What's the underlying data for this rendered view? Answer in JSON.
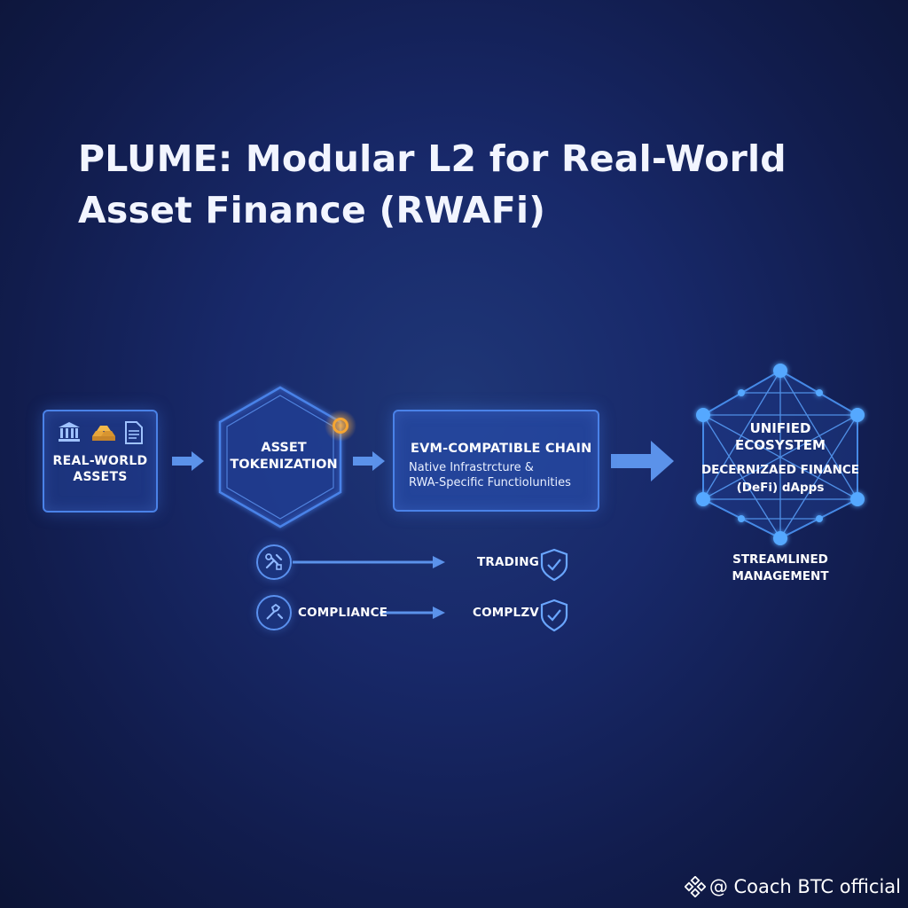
{
  "title": {
    "line1": "PLUME: Modular L2 for Real-World",
    "line2": "Asset Finance (RWAFi)"
  },
  "nodes": {
    "rwa": {
      "line1": "REAL-WORLD",
      "line2": "ASSETS",
      "icons": [
        "bank-icon",
        "gold-bars-icon",
        "document-icon"
      ]
    },
    "tokenization": {
      "line1": "ASSET",
      "line2": "TOKENIZATION"
    },
    "evm": {
      "title": "EVM-COMPATIBLE CHAIN",
      "line1": "Native Infrastrcture &",
      "line2": "RWA-Specific Functiolunities"
    },
    "ecosystem": {
      "line1": "UNIFIED",
      "line2": "ECOSYSTEM",
      "line3": "DECERNIZAED FINANCE",
      "line4": "(DeFi) dApps"
    },
    "management": {
      "line1": "STREAMLINED",
      "line2": "MANAGEMENT"
    }
  },
  "flows": {
    "trading": {
      "label": "TRADING",
      "icon": "tools-icon",
      "end_icon": "shield-check-icon"
    },
    "compliance": {
      "label": "COMPLIANCE",
      "end_label": "COMPLZV",
      "icon": "wrench-icon",
      "end_icon": "shield-check-icon"
    }
  },
  "colors": {
    "accent": "#4a82e8",
    "node": "#4fa3ff",
    "highlight": "#f0a030",
    "background": "#18296a"
  },
  "watermark": {
    "text": "@ Coach BTC official",
    "icon": "binance-logo-icon"
  }
}
